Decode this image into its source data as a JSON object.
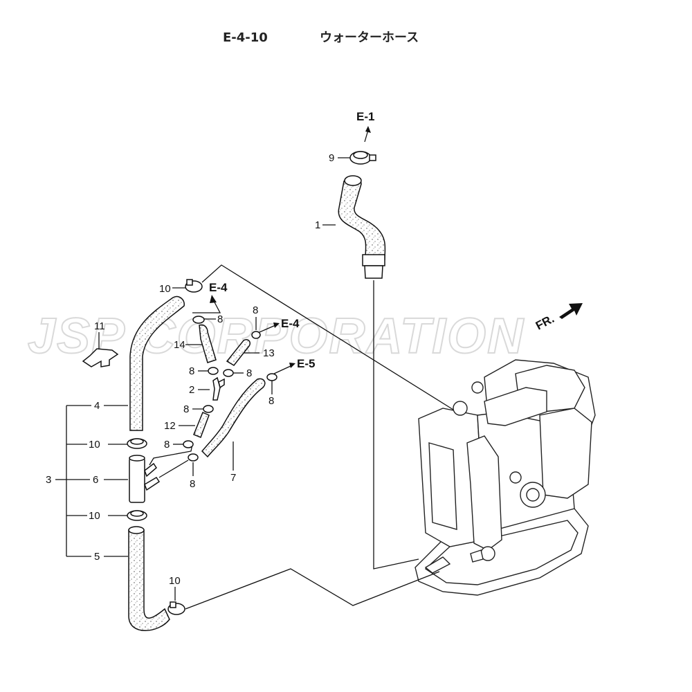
{
  "header": {
    "diagram_code": "E-4-10",
    "title": "ウォーターホース"
  },
  "watermark": "JSP CORPORATION",
  "front_indicator": "FR.",
  "callouts": {
    "p1": "1",
    "p2": "2",
    "p3": "3",
    "p4": "4",
    "p5": "5",
    "p6": "6",
    "p7": "7",
    "p8a": "8",
    "p8b": "8",
    "p8c": "8",
    "p8d": "8",
    "p8e": "8",
    "p8f": "8",
    "p8g": "8",
    "p8h": "8",
    "p9": "9",
    "p10a": "10",
    "p10b": "10",
    "p10c": "10",
    "p10d": "10",
    "p11": "11",
    "p12": "12",
    "p13": "13",
    "p14": "14"
  },
  "references": {
    "e1": "E-1",
    "e4a": "E-4",
    "e4b": "E-4",
    "e5": "E-5"
  }
}
